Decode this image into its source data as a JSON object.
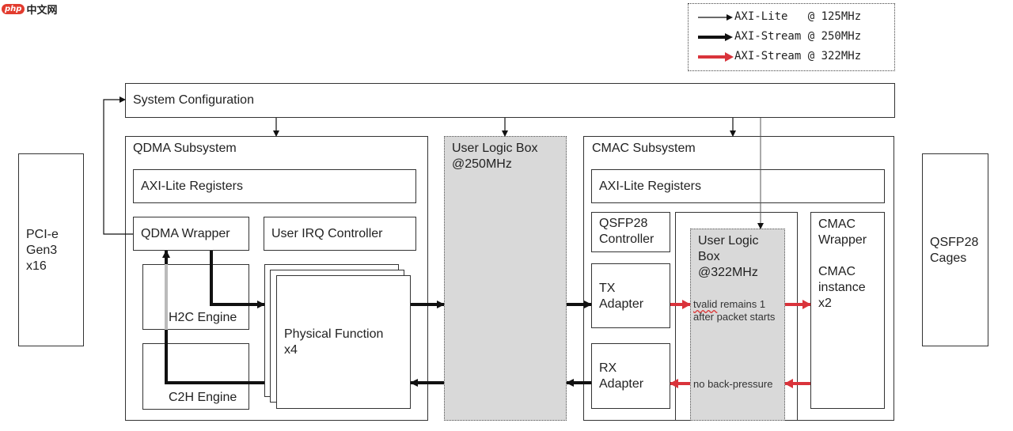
{
  "watermark": {
    "badge": "php",
    "text": "中文网"
  },
  "legend": {
    "items": [
      {
        "label": "AXI-Lite   @ 125MHz",
        "style": "thin",
        "color": "#111111"
      },
      {
        "label": "AXI-Stream @ 250MHz",
        "style": "thick",
        "color": "#111111"
      },
      {
        "label": "AXI-Stream @ 322MHz",
        "style": "thick",
        "color": "#d9333b"
      }
    ]
  },
  "blocks": {
    "system_config": "System Configuration",
    "pcie": "PCI-e\nGen3\nx16",
    "qsfp_cages": "QSFP28\nCages",
    "qdma": {
      "title": "QDMA Subsystem",
      "axi_lite": "AXI-Lite Registers",
      "wrapper": "QDMA Wrapper",
      "irq": "User IRQ Controller",
      "h2c": "H2C Engine",
      "c2h": "C2H Engine",
      "pf": "Physical Function\nx4"
    },
    "user_logic_250": "User Logic Box\n@250MHz",
    "cmac": {
      "title": "CMAC Subsystem",
      "axi_lite": "AXI-Lite Registers",
      "qsfp_ctrl": "QSFP28\nController",
      "tx": "TX\nAdapter",
      "rx": "RX\nAdapter",
      "user_logic_322": "User Logic\nBox\n@322MHz",
      "note_tx_word": "tvalid",
      "note_tx_rest": " remains 1\nafter packet starts",
      "note_rx": "no back-pressure",
      "wrapper": "CMAC\nWrapper",
      "instance": "CMAC\ninstance\nx2"
    }
  },
  "colors": {
    "stream_322": "#d9333b",
    "stream_250": "#111111",
    "lite": "#111111",
    "user_box": "#d9d9d9"
  }
}
